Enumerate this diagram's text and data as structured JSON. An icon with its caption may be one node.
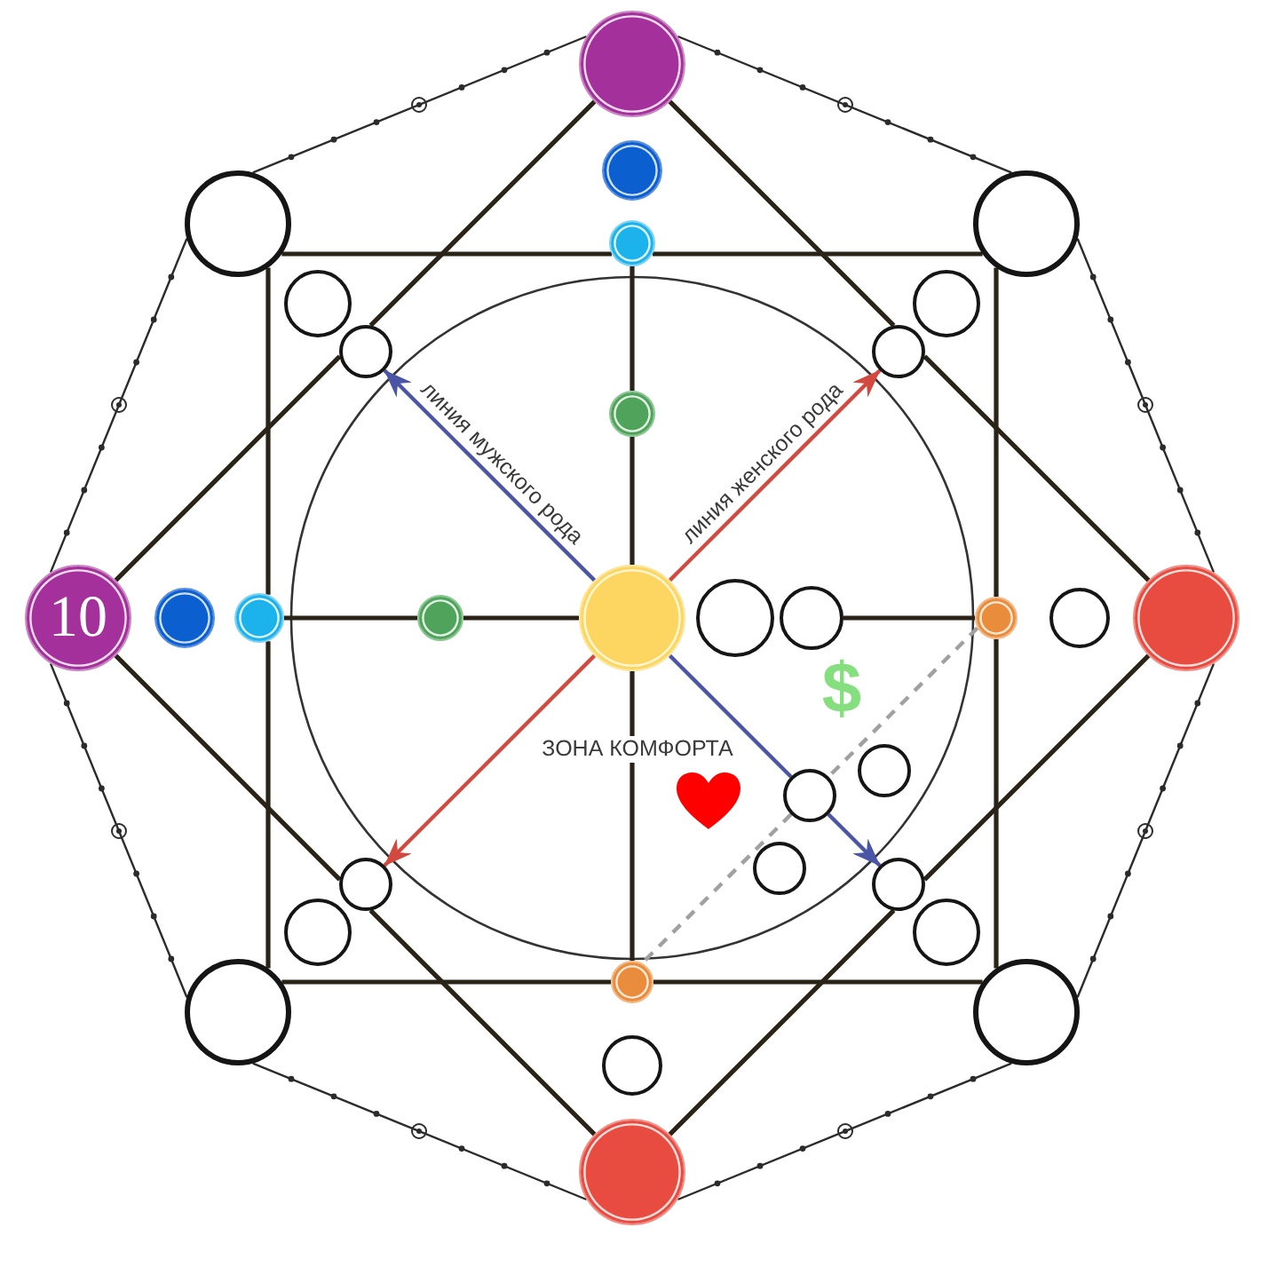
{
  "diagram": {
    "nodes": [
      {
        "text": [],
        "shape": "circle"
      },
      {
        "text": [],
        "shape": "circle"
      },
      {
        "text": [],
        "shape": "circle"
      },
      {
        "text": [],
        "shape": "circle"
      },
      {
        "text": [],
        "shape": "circle"
      },
      {
        "text": [],
        "shape": "circle"
      },
      {
        "text": [],
        "shape": "circle"
      },
      {
        "text": [],
        "shape": "circle"
      },
      {
        "text": [],
        "shape": "circle"
      },
      {
        "text": [],
        "shape": "circle"
      },
      {
        "text": [
          "10"
        ]
      },
      {
        "text": [],
        "shape": "circle"
      },
      {
        "text": [],
        "shape": "circle"
      },
      {
        "text": [],
        "shape": "circle"
      },
      {
        "text": [],
        "shape": "circle"
      },
      {
        "text": [],
        "shape": "circle"
      },
      {
        "text": [],
        "shape": "circle"
      },
      {
        "text": [],
        "shape": "circle"
      },
      {
        "text": [],
        "shape": "circle"
      },
      {
        "text": [],
        "shape": "circle"
      },
      {
        "text": [],
        "shape": "circle"
      },
      {
        "text": [],
        "shape": "circle"
      },
      {
        "text": [],
        "shape": "circle"
      },
      {
        "text": [],
        "shape": "circle"
      },
      {
        "text": [],
        "shape": "circle"
      },
      {
        "text": [],
        "shape": "circle"
      },
      {
        "text": [],
        "shape": "circle"
      },
      {
        "text": [],
        "shape": "circle"
      },
      {
        "text": [],
        "shape": "circle"
      },
      {
        "text": [],
        "shape": "circle"
      },
      {
        "text": [],
        "shape": "circle"
      },
      {
        "text": [],
        "shape": "circle"
      }
    ],
    "edges": [
      {
        "from": 0,
        "to": 7,
        "arrow": "none"
      },
      {
        "from": 7,
        "to": 10,
        "arrow": "none"
      },
      {
        "from": 10,
        "to": 23,
        "arrow": "none"
      },
      {
        "from": 23,
        "to": 31,
        "arrow": "none"
      },
      {
        "from": 31,
        "to": 24,
        "arrow": "none"
      },
      {
        "from": 24,
        "to": 19,
        "arrow": "none"
      },
      {
        "from": 19,
        "to": 8,
        "arrow": "none"
      },
      {
        "from": 8,
        "to": 0,
        "arrow": "none"
      },
      {
        "from": 2,
        "to": 3,
        "arrow": "none"
      },
      {
        "from": 3,
        "to": 4,
        "arrow": "none"
      },
      {
        "from": 4,
        "to": 17,
        "arrow": "none"
      },
      {
        "from": 17,
        "to": 29,
        "arrow": "none"
      },
      {
        "from": 29,
        "to": 27,
        "arrow": "none"
      },
      {
        "from": 27,
        "to": 28,
        "arrow": "none"
      },
      {
        "from": 28,
        "to": 12,
        "arrow": "none"
      },
      {
        "from": 12,
        "to": 2,
        "arrow": "none"
      },
      {
        "from": 12,
        "to": 13,
        "arrow": "none"
      },
      {
        "from": 13,
        "to": 14,
        "arrow": "none"
      },
      {
        "from": 16,
        "to": 17,
        "arrow": "none"
      },
      {
        "from": 3,
        "to": 9,
        "arrow": "none"
      },
      {
        "from": 9,
        "to": 14,
        "arrow": "none"
      },
      {
        "from": 14,
        "to": 27,
        "arrow": "none"
      },
      {
        "from": 14,
        "to": 7,
        "arrow": "to",
        "label": "линия мужского рода",
        "color": "#4a55a5"
      },
      {
        "from": 14,
        "to": 8,
        "arrow": "to",
        "label": "линия женского рода",
        "color": "#d24a3f"
      },
      {
        "from": 14,
        "to": 23,
        "arrow": "to",
        "color": "#d24a3f"
      },
      {
        "from": 14,
        "to": 21,
        "arrow": "none",
        "color": "#4a55a5"
      },
      {
        "from": 21,
        "to": 24,
        "arrow": "to",
        "color": "#4a55a5"
      },
      {
        "from": 17,
        "to": 21,
        "arrow": "none",
        "style": "dashed",
        "color": "#a0a0a0"
      },
      {
        "from": 21,
        "to": 27,
        "arrow": "none",
        "style": "dashed",
        "color": "#a0a0a0"
      },
      {
        "from": 0,
        "to": 4,
        "arrow": "none"
      },
      {
        "from": 4,
        "to": 19,
        "arrow": "none"
      },
      {
        "from": 19,
        "to": 29,
        "arrow": "none"
      },
      {
        "from": 29,
        "to": 31,
        "arrow": "none"
      },
      {
        "from": 31,
        "to": 28,
        "arrow": "none"
      },
      {
        "from": 28,
        "to": 10,
        "arrow": "none"
      },
      {
        "from": 10,
        "to": 2,
        "arrow": "none"
      },
      {
        "from": 2,
        "to": 0,
        "arrow": "none"
      }
    ],
    "labels": [
      "$",
      "ЗОНА КОМФОРТА"
    ]
  }
}
